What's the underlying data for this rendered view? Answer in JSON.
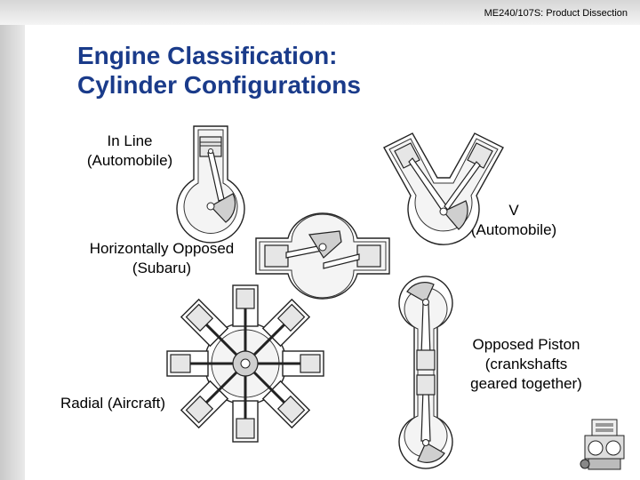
{
  "header": {
    "course": "ME240/107S: Product Dissection"
  },
  "title": {
    "line1": "Engine Classification:",
    "line2": "Cylinder Configurations"
  },
  "labels": {
    "inline": {
      "line1": "In Line",
      "line2": "(Automobile)"
    },
    "v": {
      "line1": "V",
      "line2": "(Automobile)"
    },
    "horizontal": {
      "line1": "Horizontally Opposed",
      "line2": "(Subaru)"
    },
    "radial": {
      "line1": "Radial (Aircraft)"
    },
    "opposed_piston": {
      "line1": "Opposed Piston",
      "line2": "(crankshafts",
      "line3": "geared together)"
    }
  },
  "colors": {
    "title": "#1a3b8a",
    "text": "#000000",
    "line": "#222222"
  }
}
